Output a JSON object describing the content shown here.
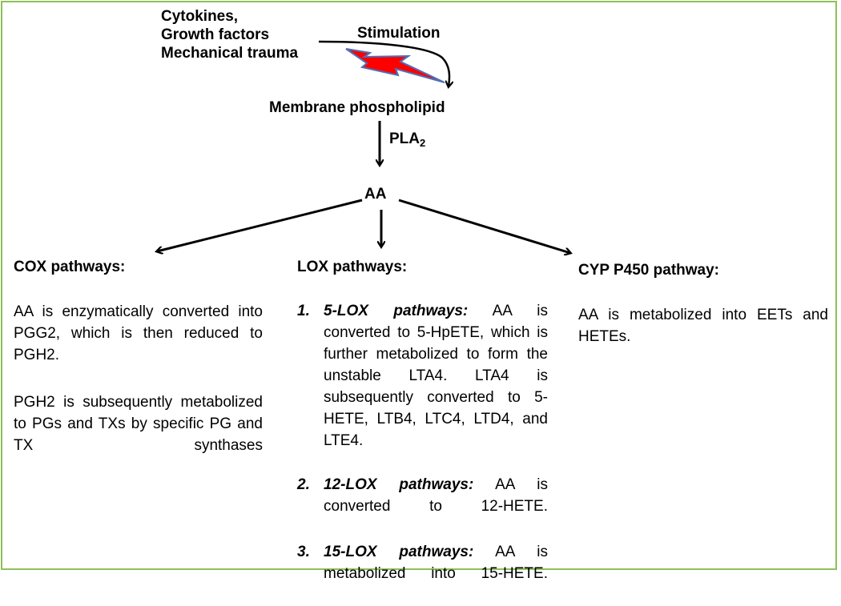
{
  "triggers": [
    "Cytokines,",
    "Growth factors",
    "Mechanical trauma"
  ],
  "stimulation_label": "Stimulation",
  "membrane_label": "Membrane phospholipid",
  "enzyme": {
    "name": "PLA",
    "subscript": "2"
  },
  "center_label": "AA",
  "cox": {
    "heading": "COX pathways:",
    "paragraphs": [
      "AA is enzymatically converted into PGG2, which is then reduced to PGH2.",
      "PGH2 is subsequently metabolized to PGs and TXs by specific PG and TX synthases"
    ]
  },
  "lox": {
    "heading": "LOX pathways:",
    "items": [
      {
        "number": "1.",
        "title": "5-LOX pathways:",
        "text": " AA is converted to 5-HpETE, which is further metabolized to form the unstable LTA4. LTA4 is subsequently converted to 5-HETE, LTB4, LTC4, LTD4, and LTE4."
      },
      {
        "number": "2.",
        "title": "12-LOX pathways:",
        "text": " AA is converted to 12-HETE."
      },
      {
        "number": "3.",
        "title": "15-LOX pathways:",
        "text": " AA is metabolized into 15-HETE."
      }
    ]
  },
  "cyp": {
    "heading": "CYP P450 pathway:",
    "paragraph": "AA is metabolized  into EETs and HETEs."
  },
  "colors": {
    "border": "#8fbf5a",
    "bolt_fill": "#ff0000",
    "bolt_stroke": "#4f6fb8"
  }
}
